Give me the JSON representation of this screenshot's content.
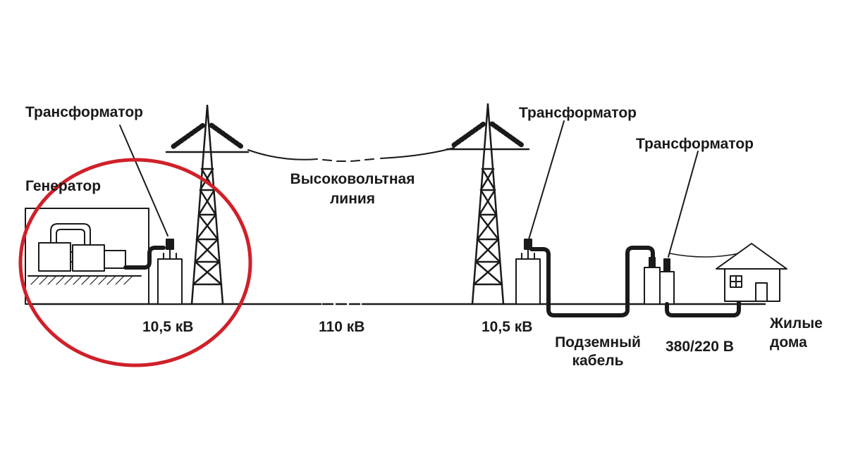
{
  "labels": {
    "transformer_left": "Трансформатор",
    "generator": "Генератор",
    "hv_line": "Высоковольтная",
    "hv_line_2": "линия",
    "transformer_mid": "Трансформатор",
    "transformer_right": "Трансформатор",
    "voltage_left": "10,5 кВ",
    "voltage_line": "110 кВ",
    "voltage_mid": "10,5 кВ",
    "underground": "Подземный",
    "underground_2": "кабель",
    "voltage_low": "380/220 В",
    "houses": "Жилые",
    "houses_2": "дома"
  },
  "colors": {
    "ink": "#1a1a1a",
    "highlight": "#d0202a"
  }
}
